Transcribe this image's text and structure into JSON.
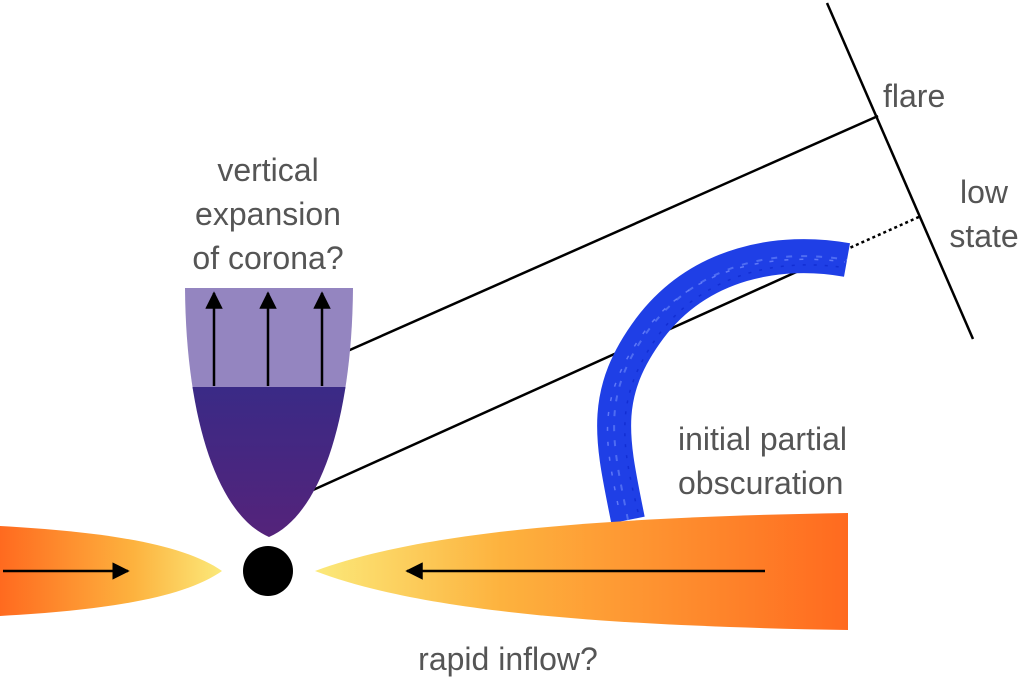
{
  "labels": {
    "corona_line1": "vertical",
    "corona_line2": "expansion",
    "corona_line3": "of corona?",
    "flare": "flare",
    "low_line1": "low",
    "low_line2": "state",
    "obscuration_line1": "initial partial",
    "obscuration_line2": "obscuration",
    "inflow": "rapid inflow?"
  },
  "colors": {
    "corona_upper": "#9485c0",
    "corona_lower": "#3f2a84",
    "corona_tip": "#51237a",
    "disk_outer": "#ff6a1f",
    "disk_inner": "#fbe97a",
    "obscurer": "#1f3fe6",
    "black_hole": "#000000",
    "text": "#555555"
  }
}
